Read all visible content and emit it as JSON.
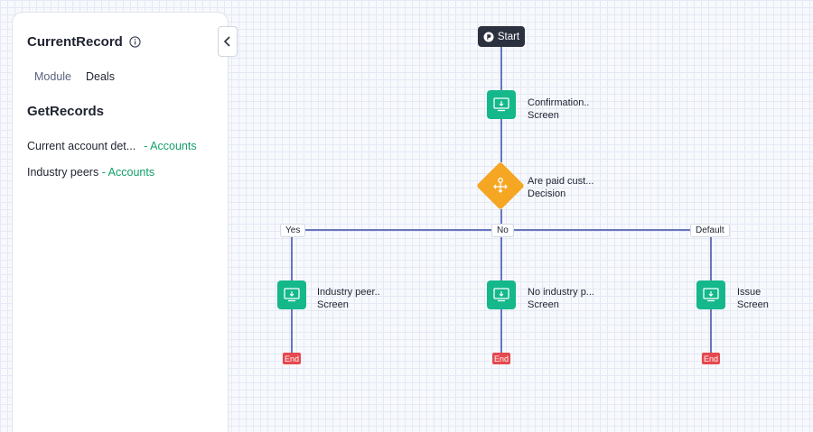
{
  "sidebar": {
    "title": "CurrentRecord",
    "tabs": {
      "module": "Module",
      "deals": "Deals"
    },
    "section_title": "GetRecords",
    "records": [
      {
        "name": "Current account det...",
        "link": "- Accounts"
      },
      {
        "name": "Industry peers",
        "link": "- Accounts"
      }
    ]
  },
  "flow": {
    "start_label": "Start",
    "end_label": "End",
    "nodes": {
      "confirmation": {
        "name": "Confirmation..",
        "kind": "Screen"
      },
      "decision": {
        "name": "Are paid cust...",
        "kind": "Decision"
      },
      "industry_peer": {
        "name": "Industry peer..",
        "kind": "Screen"
      },
      "no_industry": {
        "name": "No industry p...",
        "kind": "Screen"
      },
      "issue": {
        "name": "Issue",
        "kind": "Screen"
      }
    },
    "branches": {
      "yes": "Yes",
      "no": "No",
      "default": "Default"
    }
  },
  "colors": {
    "screen_node": "#14b88a",
    "decision_node": "#f5a623",
    "end_badge": "#e5484d",
    "connector": "#3a4ba8",
    "link": "#12a06a"
  },
  "icons": {
    "info": "info-icon",
    "collapse": "chevron-left-icon",
    "start": "play-icon",
    "screen": "monitor-icon",
    "decision": "decision-icon"
  }
}
